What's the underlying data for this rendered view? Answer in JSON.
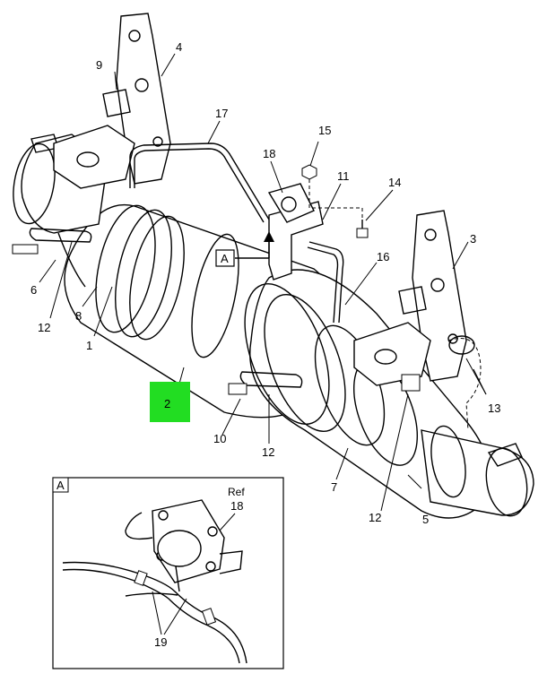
{
  "callouts": {
    "c1": "1",
    "c2": "2",
    "c3": "3",
    "c4": "4",
    "c5": "5",
    "c6": "6",
    "c7": "7",
    "c8": "8",
    "c9": "9",
    "c10": "10",
    "c11": "11",
    "c12a": "12",
    "c12b": "12",
    "c12c": "12",
    "c13": "13",
    "c14": "14",
    "c15": "15",
    "c16": "16",
    "c17": "17",
    "c18": "18",
    "c19": "19"
  },
  "view_marker": "A",
  "detail": {
    "label": "A",
    "ref_text": "Ref",
    "ref_number": "18",
    "callout_19": "19"
  },
  "highlight": {
    "label": "2",
    "color": "#22dd22"
  }
}
